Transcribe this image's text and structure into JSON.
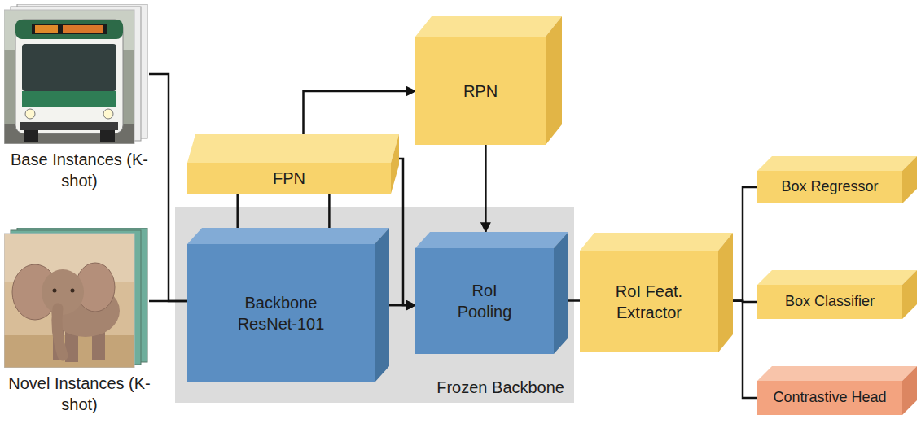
{
  "diagram": {
    "nodes": [
      {
        "text": [
          "Base Instances (K-shot)"
        ]
      },
      {
        "text": [
          "Novel Instances (K-shot)"
        ]
      },
      {
        "text": [
          "RPN"
        ]
      },
      {
        "text": [
          "FPN"
        ]
      },
      {
        "text": [
          "Frozen Backbone"
        ]
      },
      {
        "text": [
          "Backbone ResNet-101"
        ],
        "in": 4
      },
      {
        "text": [
          "RoI Pooling"
        ],
        "in": 4
      },
      {
        "text": [
          "RoI Feat. Extractor"
        ]
      },
      {
        "text": [
          "Box Regressor"
        ]
      },
      {
        "text": [
          "Box Classifier"
        ]
      },
      {
        "text": [
          "Contrastive Head"
        ]
      }
    ],
    "edges": [
      {
        "from": 0,
        "to": 5,
        "arrow": "none"
      },
      {
        "from": 1,
        "to": 5,
        "arrow": "none"
      },
      {
        "from": 5,
        "to": 3,
        "arrow": "none"
      },
      {
        "from": 5,
        "to": 3,
        "arrow": "none"
      },
      {
        "from": 3,
        "to": 2,
        "arrow": "to"
      },
      {
        "from": 3,
        "to": 6,
        "arrow": "to"
      },
      {
        "from": 5,
        "to": 6,
        "arrow": "to"
      },
      {
        "from": 2,
        "to": 6,
        "arrow": "to"
      },
      {
        "from": 6,
        "to": 7,
        "arrow": "none"
      },
      {
        "from": 7,
        "to": 8,
        "arrow": "none"
      },
      {
        "from": 7,
        "to": 9,
        "arrow": "none"
      },
      {
        "from": 7,
        "to": 10,
        "arrow": "none"
      }
    ]
  }
}
